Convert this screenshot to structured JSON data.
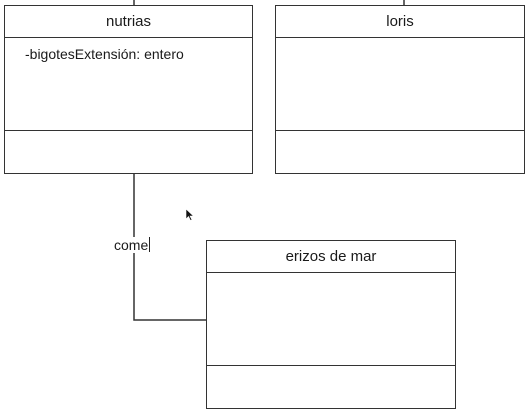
{
  "classes": {
    "nutrias": {
      "name": "nutrias",
      "attributes": [
        "-bigotesExtensión: entero"
      ]
    },
    "loris": {
      "name": "loris"
    },
    "erizos": {
      "name": "erizos de mar"
    }
  },
  "association": {
    "label": "come"
  },
  "colors": {
    "line": "#333333",
    "background": "#ffffff"
  }
}
